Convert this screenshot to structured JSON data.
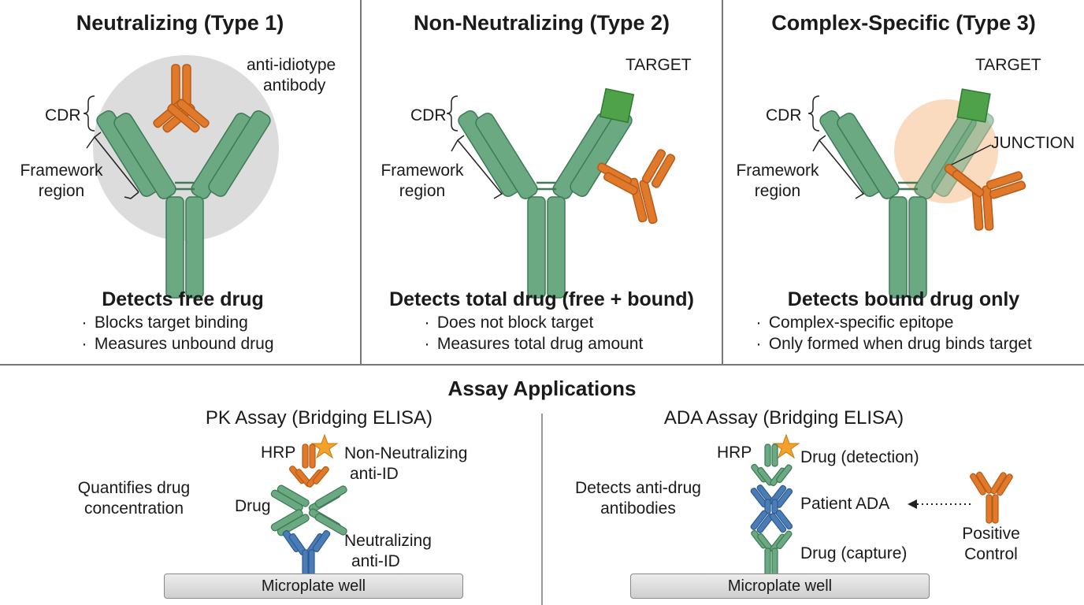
{
  "panels": [
    {
      "title": "Neutralizing (Type 1)",
      "tag_label": "anti-idiotype antibody",
      "tag_lines": [
        "anti-idiotype",
        "antibody"
      ],
      "cdr": "CDR",
      "framework": [
        "Framework",
        "region"
      ],
      "subtitle": "Detects free drug",
      "bullets": [
        "Blocks target binding",
        "Measures unbound drug"
      ]
    },
    {
      "title": "Non-Neutralizing (Type 2)",
      "target": "TARGET",
      "cdr": "CDR",
      "framework": [
        "Framework",
        "region"
      ],
      "subtitle": "Detects total drug (free + bound)",
      "bullets": [
        "Does not block target",
        "Measures total drug amount"
      ]
    },
    {
      "title": "Complex-Specific (Type 3)",
      "target": "TARGET",
      "junction": "JUNCTION",
      "cdr": "CDR",
      "framework": [
        "Framework",
        "region"
      ],
      "subtitle": "Detects bound drug only",
      "bullets": [
        "Complex-specific epitope",
        "Only formed when drug binds target"
      ]
    }
  ],
  "bullet_glyph": "·",
  "applications": {
    "heading": "Assay Applications",
    "pk": {
      "title": "PK Assay (Bridging ELISA)",
      "desc": [
        "Quantifies drug",
        "concentration"
      ],
      "hrp": "HRP",
      "top_label": [
        "Non-Neutralizing",
        "anti-ID"
      ],
      "drug": "Drug",
      "bottom_label": [
        "Neutralizing",
        "anti-ID"
      ],
      "plate": "Microplate well"
    },
    "ada": {
      "title": "ADA Assay (Bridging ELISA)",
      "desc": [
        "Detects anti-drug",
        "antibodies"
      ],
      "hrp": "HRP",
      "detection": "Drug (detection)",
      "patient": "Patient ADA",
      "capture": "Drug (capture)",
      "positive_control": [
        "Positive",
        "Control"
      ],
      "plate": "Microplate well"
    }
  },
  "colors": {
    "green": "#6aa982",
    "green_dark": "#3d7a55",
    "green_target": "#4fa14a",
    "orange": "#e07a2a",
    "orange_dark": "#b85a18",
    "blue": "#4a7db8",
    "blue_dark": "#2e5a8a",
    "star": "#f2a22c",
    "grey_circle": "#dcdcdc",
    "peach": "#f9d5b4"
  }
}
